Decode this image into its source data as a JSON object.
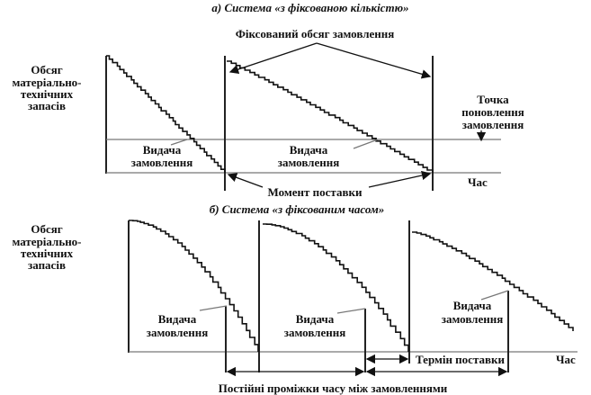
{
  "panel_a": {
    "title": "а) Система «з фіксованою кількістю»",
    "fixed_volume_label": "Фіксований обсяг замовлення",
    "y_label": [
      "Обсяг",
      "матеріально-",
      "технічних",
      "запасів"
    ],
    "reorder_point_label": [
      "Точка",
      "поновлення",
      "замовлення"
    ],
    "order_issue_label": [
      "Видача",
      "замовлення"
    ],
    "delivery_moment_label": "Момент поставки",
    "x_label": "Час"
  },
  "panel_b": {
    "title": "б) Система «з фіксованим часом»",
    "y_label": [
      "Обсяг",
      "матеріально-",
      "технічних",
      "запасів"
    ],
    "order_issue_label": [
      "Видача",
      "замовлення"
    ],
    "lead_time_label": "Термін поставки",
    "x_label": "Час",
    "intervals_label": "Постійні проміжки часу між замовленнями"
  }
}
